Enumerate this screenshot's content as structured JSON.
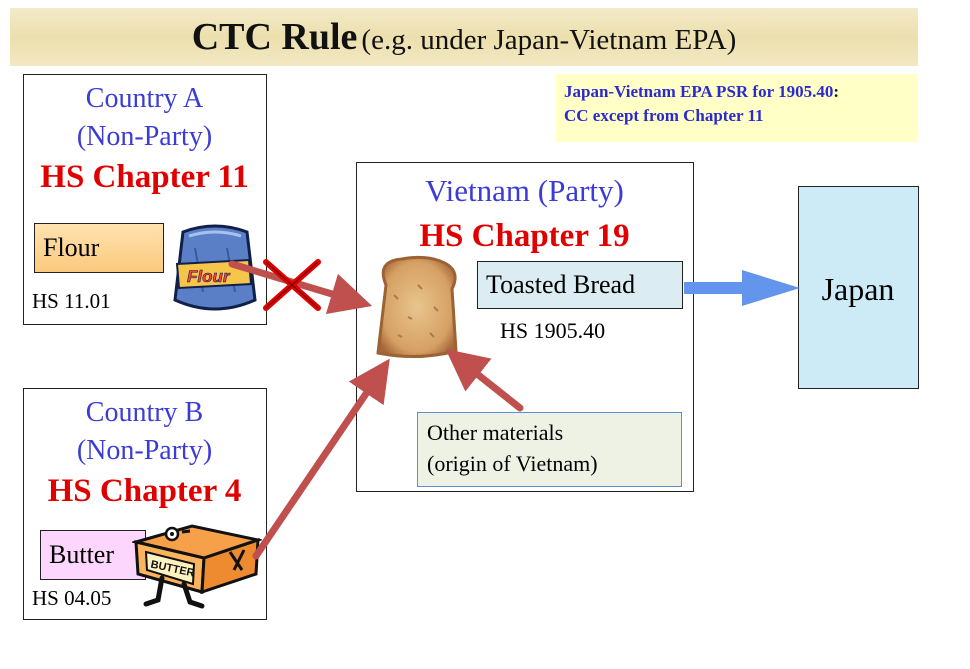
{
  "title": {
    "main": "CTC Rule",
    "sub": "(e.g. under Japan-Vietnam EPA)"
  },
  "psr": {
    "line1": "Japan-Vietnam EPA PSR for 1905.40",
    "colon": ":",
    "line2": "CC except from Chapter 11"
  },
  "country_a": {
    "name": "Country A",
    "party": "(Non-Party)",
    "chapter": "HS Chapter 11",
    "material": "Flour",
    "hs": "HS 11.01",
    "bag_text": "Flour"
  },
  "country_b": {
    "name": "Country B",
    "party": "(Non-Party)",
    "chapter": "HS Chapter 4",
    "material": "Butter",
    "hs": "HS 04.05",
    "box_text": "BUTTER"
  },
  "vietnam": {
    "name": "Vietnam (Party)",
    "chapter": "HS Chapter 19",
    "product": "Toasted Bread",
    "hs": "HS 1905.40",
    "other_line1": "Other materials",
    "other_line2": "(origin of Vietnam)"
  },
  "japan": {
    "name": "Japan"
  },
  "colors": {
    "arrow_red": "#c0504d",
    "arrow_blue": "#6495ed",
    "cross": "#e00000"
  }
}
